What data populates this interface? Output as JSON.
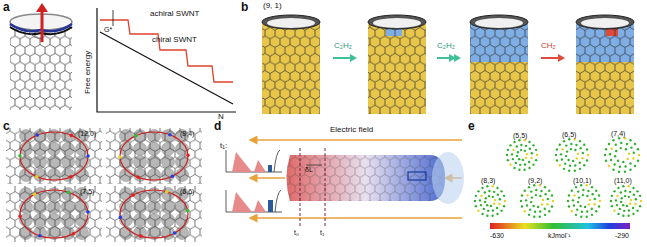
{
  "diagram": {
    "labels": [
      "a",
      "Free energy",
      "achiral SWNT",
      "chiral SWNT",
      "G*",
      "N",
      "b",
      "(9, 1)",
      "C₂H₂",
      "C₂H₂",
      "CH₂",
      "c",
      "(12,0)",
      "(8,4)",
      "(7,5)",
      "(6,6)",
      "d",
      "t₁:",
      "Electric field",
      "δL",
      "t₀",
      "t₁",
      "e",
      "(5,5)",
      "(6,5)",
      "(7,4)",
      "(8,3)",
      "(9,2)",
      "(10,1)",
      "(11,0)",
      "-630",
      "kJmol⁻¹",
      "-290"
    ]
  }
}
